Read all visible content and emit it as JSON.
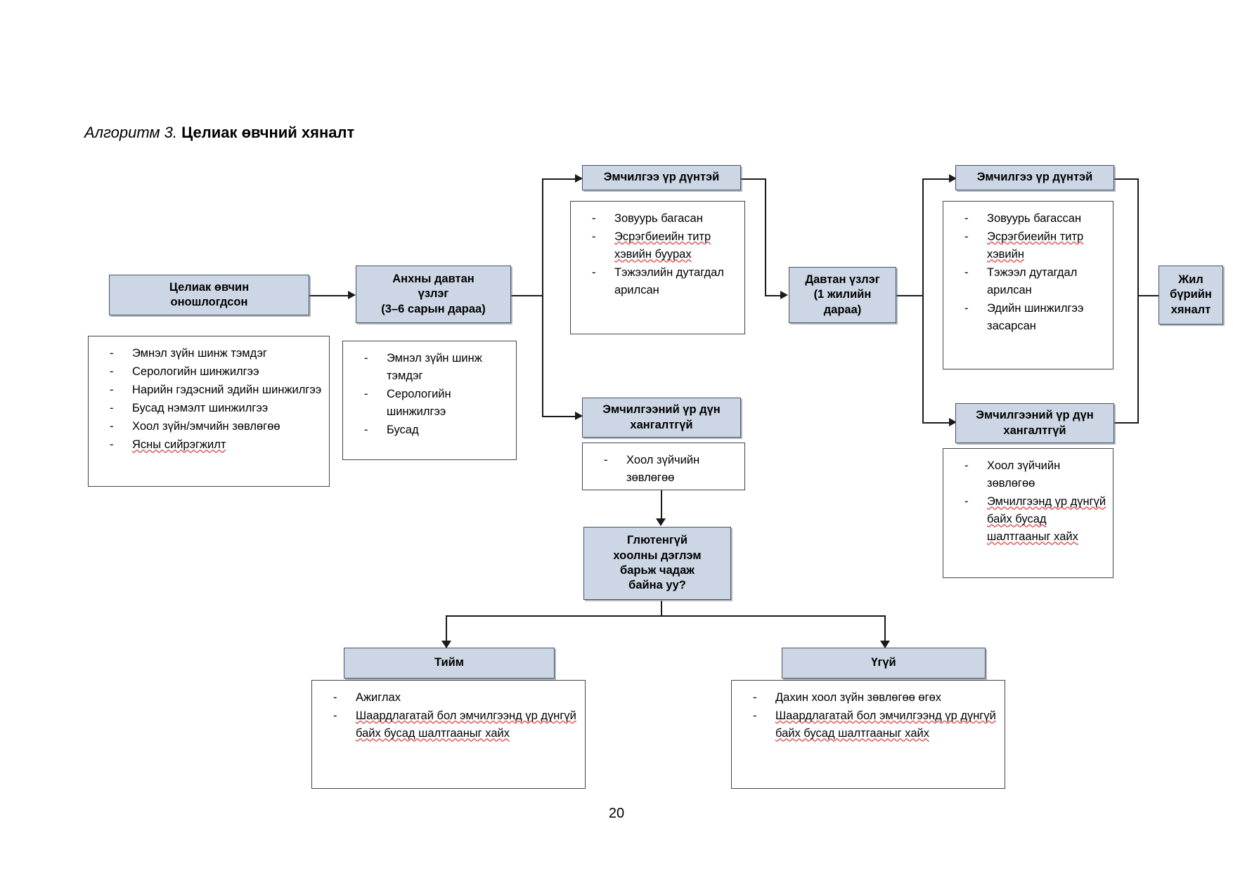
{
  "document": {
    "title_prefix": "Алгоритм 3.",
    "title_name": "Целиак өвчний хяналт",
    "page_number": "20"
  },
  "theme": {
    "node_fill": "#ccd6e4",
    "node_border": "#41546b",
    "list_border": "#42444a",
    "connector": "#1a1a1a",
    "spellcheck_underline": "#e06666"
  },
  "nodes": {
    "diagnosis": {
      "lines": [
        "Целиак өвчин",
        "оношлогдсон"
      ]
    },
    "first_followup": {
      "lines": [
        "Анхны давтан",
        "үзлэг",
        "(3–6 сарын дараа)"
      ]
    },
    "treatment_effective_1": {
      "lines": [
        "Эмчилгээ үр дүнтэй"
      ]
    },
    "treatment_insufficient_1": {
      "lines": [
        "Эмчилгээний үр дүн",
        "хангалтгүй"
      ]
    },
    "repeat_followup": {
      "lines": [
        "Давтан үзлэг",
        "(1 жилийн",
        "дараа)"
      ]
    },
    "treatment_effective_2": {
      "lines": [
        "Эмчилгээ үр дүнтэй"
      ]
    },
    "treatment_insufficient_2": {
      "lines": [
        "Эмчилгээний үр дүн",
        "хангалтгүй"
      ]
    },
    "annual_monitoring": {
      "lines": [
        "Жил",
        "бүрийн",
        "хяналт"
      ]
    },
    "gluten_free_question": {
      "lines": [
        "Глютенгүй",
        "хоолны дэглэм",
        "барьж чадаж",
        "байна уу?"
      ]
    },
    "answer_yes": {
      "lines": [
        "Тийм"
      ]
    },
    "answer_no": {
      "lines": [
        "Үгүй"
      ]
    }
  },
  "lists": {
    "diagnosis_items": [
      "Эмнэл зүйн шинж тэмдэг",
      "Серологийн шинжилгээ",
      "Нарийн гэдэсний эдийн шинжилгээ",
      "Бусад нэмэлт шинжилгээ",
      "Хоол зүйн/эмчийн зөвлөгөө",
      "Ясны сийрэгжилт"
    ],
    "first_followup_items": [
      "Эмнэл зүйн шинж тэмдэг",
      "Серологийн шинжилгээ",
      "Бусад"
    ],
    "treatment_effective_1_items": [
      "Зовуурь багасан",
      "Эсрэгбиеийн титр хэвийн буурах",
      "Тэжээлийн дутагдал арилсан"
    ],
    "treatment_insufficient_1_items": [
      "Хоол зүйчийн зөвлөгөө"
    ],
    "treatment_effective_2_items": [
      "Зовуурь багассан",
      "Эсрэгбиеийн титр хэвийн",
      "Тэжээл дутагдал арилсан",
      "Эдийн шинжилгээ засарсан"
    ],
    "treatment_insufficient_2_items": [
      "Хоол зүйчийн зөвлөгөө",
      "Эмчилгээнд үр дүнгүй байх бусад шалтгааныг хайх"
    ],
    "answer_yes_items": [
      "Ажиглах",
      "Шаардлагатай бол эмчилгээнд үр дүнгүй байх бусад шалтгааныг хайх"
    ],
    "answer_no_items": [
      "Дахин хоол зүйн зөвлөгөө өгөх",
      "Шаардлагатай бол эмчилгээнд үр дүнгүй байх бусад шалтгааныг хайх"
    ]
  }
}
